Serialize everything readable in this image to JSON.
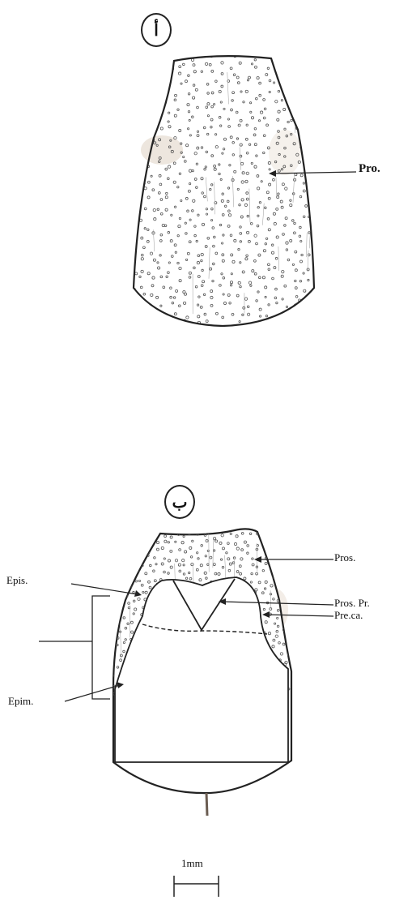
{
  "panels": {
    "a": {
      "marker": "أ",
      "labels": {
        "pro": "Pro."
      }
    },
    "b": {
      "marker": "ب",
      "labels": {
        "pros": "Pros.",
        "pros_pr": "Pros. Pr.",
        "pre_ca": "Pre.ca.",
        "epis": "Epis.",
        "epim": "Epim."
      }
    }
  },
  "scale_bar": {
    "label": "1mm"
  },
  "colors": {
    "ink": "#222222",
    "stipple": "#555555",
    "smudge": "#c9b9a8"
  }
}
